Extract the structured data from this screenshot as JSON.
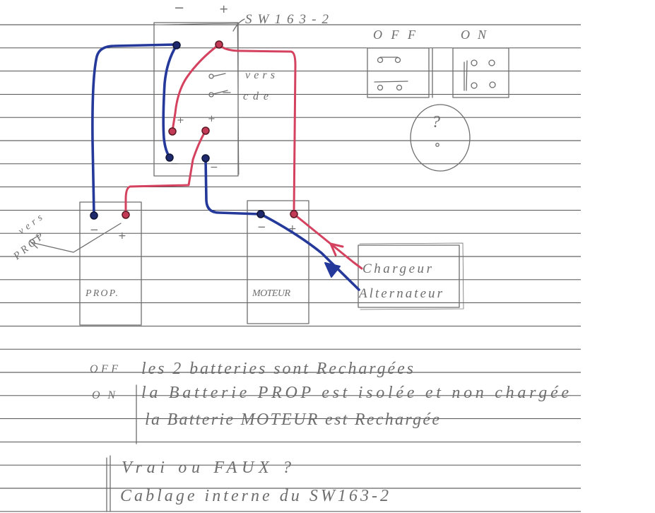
{
  "switch": {
    "name": "SW163-2",
    "polarity_top_left": "−",
    "polarity_top_right": "+",
    "contact_label_1": "vers",
    "contact_label_2": "cde",
    "terminal_plus_left": "+",
    "terminal_plus_right": "+",
    "terminal_minus_left": "−",
    "terminal_minus_right": "−"
  },
  "switch_positions": {
    "off_label": "OFF",
    "on_label": "ON",
    "unknown_mark": "?"
  },
  "battery_prop": {
    "label": "PROP.",
    "minus": "−",
    "plus": "+"
  },
  "battery_moteur": {
    "label": "MOTEUR",
    "minus": "−",
    "plus": "+"
  },
  "pointer_prop": {
    "line_1": "vers",
    "line_2": "PROP"
  },
  "source": {
    "line_1": "Chargeur",
    "line_2": "Alternateur"
  },
  "legend": {
    "off_key": "OFF",
    "off_text": "les 2 batteries sont Rechargées",
    "on_key": "ON",
    "on_text_1": "la Batterie PROP est isolée et non chargée",
    "on_text_2": "la Batterie MOTEUR est Rechargée"
  },
  "notes": {
    "question": "Vrai ou FAUX ?",
    "caption": "Cablage interne du SW163-2"
  },
  "colors": {
    "paper": "#ffffff",
    "ruling": "#3c3c3c",
    "pencil": "#6e6e6e",
    "wire_negative": "#24399a",
    "wire_positive": "#d4425f"
  }
}
